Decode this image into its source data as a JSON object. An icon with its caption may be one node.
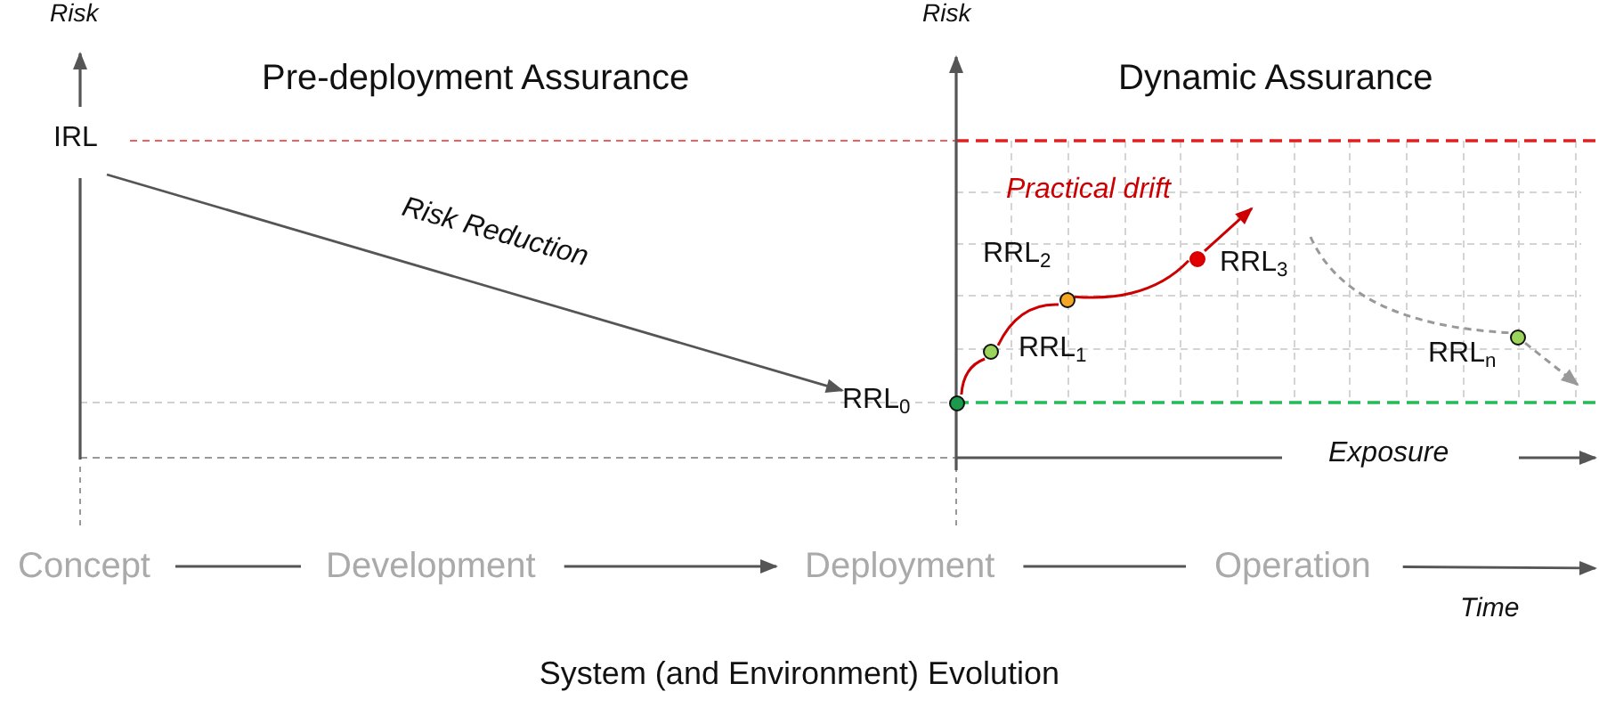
{
  "diagram": {
    "caption": "System (and Environment) Evolution",
    "nodes": [
      {
        "text": [
          "IRL"
        ]
      },
      {
        "text": [
          "RRL$_{0}$"
        ]
      },
      {
        "text": [],
        "shape": "circle"
      },
      {
        "text": [],
        "shape": "circle",
        "beside": [
          "RRL$_{1}$"
        ]
      },
      {
        "text": [],
        "shape": "circle",
        "beside": [
          "RRL$_{2}$"
        ]
      },
      {
        "text": [],
        "shape": "circle",
        "beside": [
          "RRL$_{3}$"
        ]
      },
      {
        "text": [],
        "shape": "circle",
        "beside": [
          "RRL$_{n}$"
        ]
      },
      {
        "text": [
          "Concept"
        ]
      },
      {
        "text": [
          "Development"
        ]
      },
      {
        "text": [
          "Deployment"
        ]
      },
      {
        "text": [
          "Operation"
        ]
      }
    ],
    "edges": [
      {
        "from": 0,
        "to": 1,
        "arrow": "to",
        "label": "Risk Reduction"
      },
      {
        "from": 2,
        "to": 3,
        "arrow": "none",
        "color": "#cc0000"
      },
      {
        "from": 3,
        "to": 4,
        "arrow": "none",
        "color": "#cc0000"
      },
      {
        "from": 4,
        "to": 5,
        "arrow": "none",
        "color": "#cc0000"
      },
      {
        "from": 5,
        "to": null,
        "arrow": "to",
        "color": "#cc0000"
      },
      {
        "from": null,
        "to": 6,
        "arrow": "none",
        "style": "dashed",
        "color": "#999999"
      },
      {
        "from": 6,
        "to": null,
        "arrow": "to",
        "style": "dashed",
        "color": "#999999"
      },
      {
        "from": 7,
        "to": 8,
        "arrow": "none"
      },
      {
        "from": 8,
        "to": 9,
        "arrow": "to"
      },
      {
        "from": 9,
        "to": 10,
        "arrow": "none"
      },
      {
        "from": 10,
        "to": null,
        "arrow": "to"
      }
    ],
    "labels": [
      "Risk",
      "Pre-deployment Assurance",
      "Risk",
      "Dynamic Assurance",
      "Practical drift",
      "Exposure",
      "Time"
    ]
  }
}
